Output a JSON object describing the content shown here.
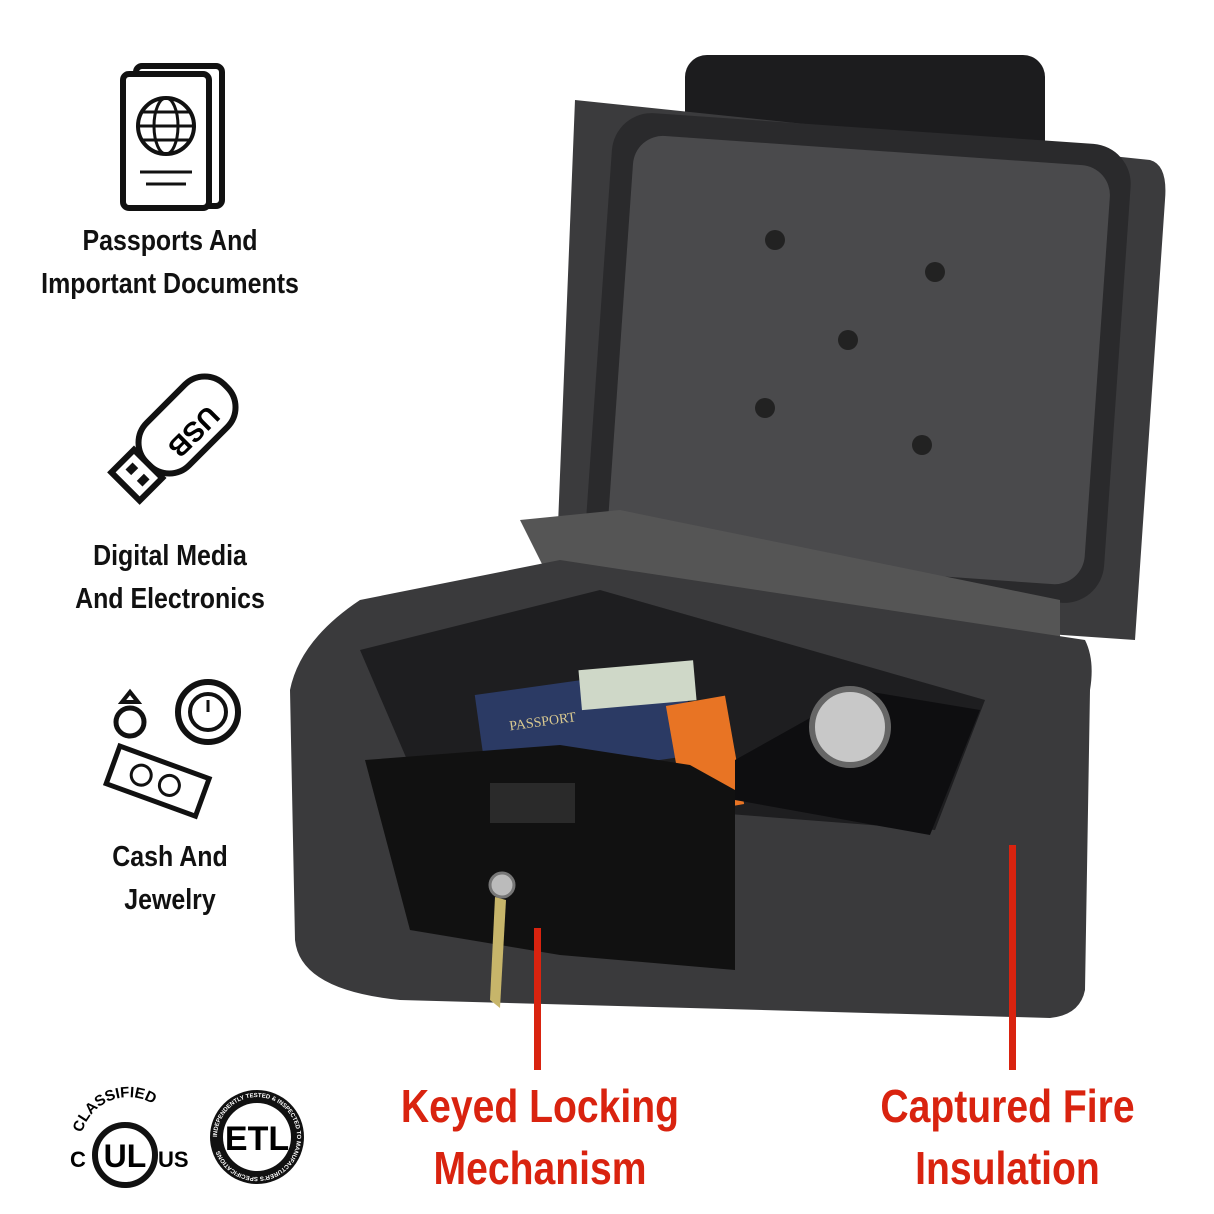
{
  "features": [
    {
      "icon": "passport-icon",
      "lines": [
        "Passports And",
        "Important Documents"
      ]
    },
    {
      "icon": "usb-icon",
      "icon_text": "USB",
      "lines": [
        "Digital Media",
        "And Electronics"
      ]
    },
    {
      "icon": "cash-jewelry-icon",
      "lines": [
        "Cash And",
        "Jewelry"
      ]
    }
  ],
  "callouts": [
    {
      "lines": [
        "Keyed Locking",
        "Mechanism"
      ]
    },
    {
      "lines": [
        "Captured Fire",
        "Insulation"
      ]
    }
  ],
  "product": {
    "passport_text": "PASSPORT"
  },
  "logos": {
    "ul": {
      "top": "CLASSIFIED",
      "center": "UL",
      "left": "C",
      "right": "US"
    },
    "etl": {
      "center": "ETL",
      "ring": "INDEPENDENTLY TESTED & INSPECTED TO MANUFACTURER'S SPECIFICATIONS"
    }
  },
  "colors": {
    "accent": "#d9230f",
    "safe": "#3a3a3c",
    "text": "#111111"
  }
}
